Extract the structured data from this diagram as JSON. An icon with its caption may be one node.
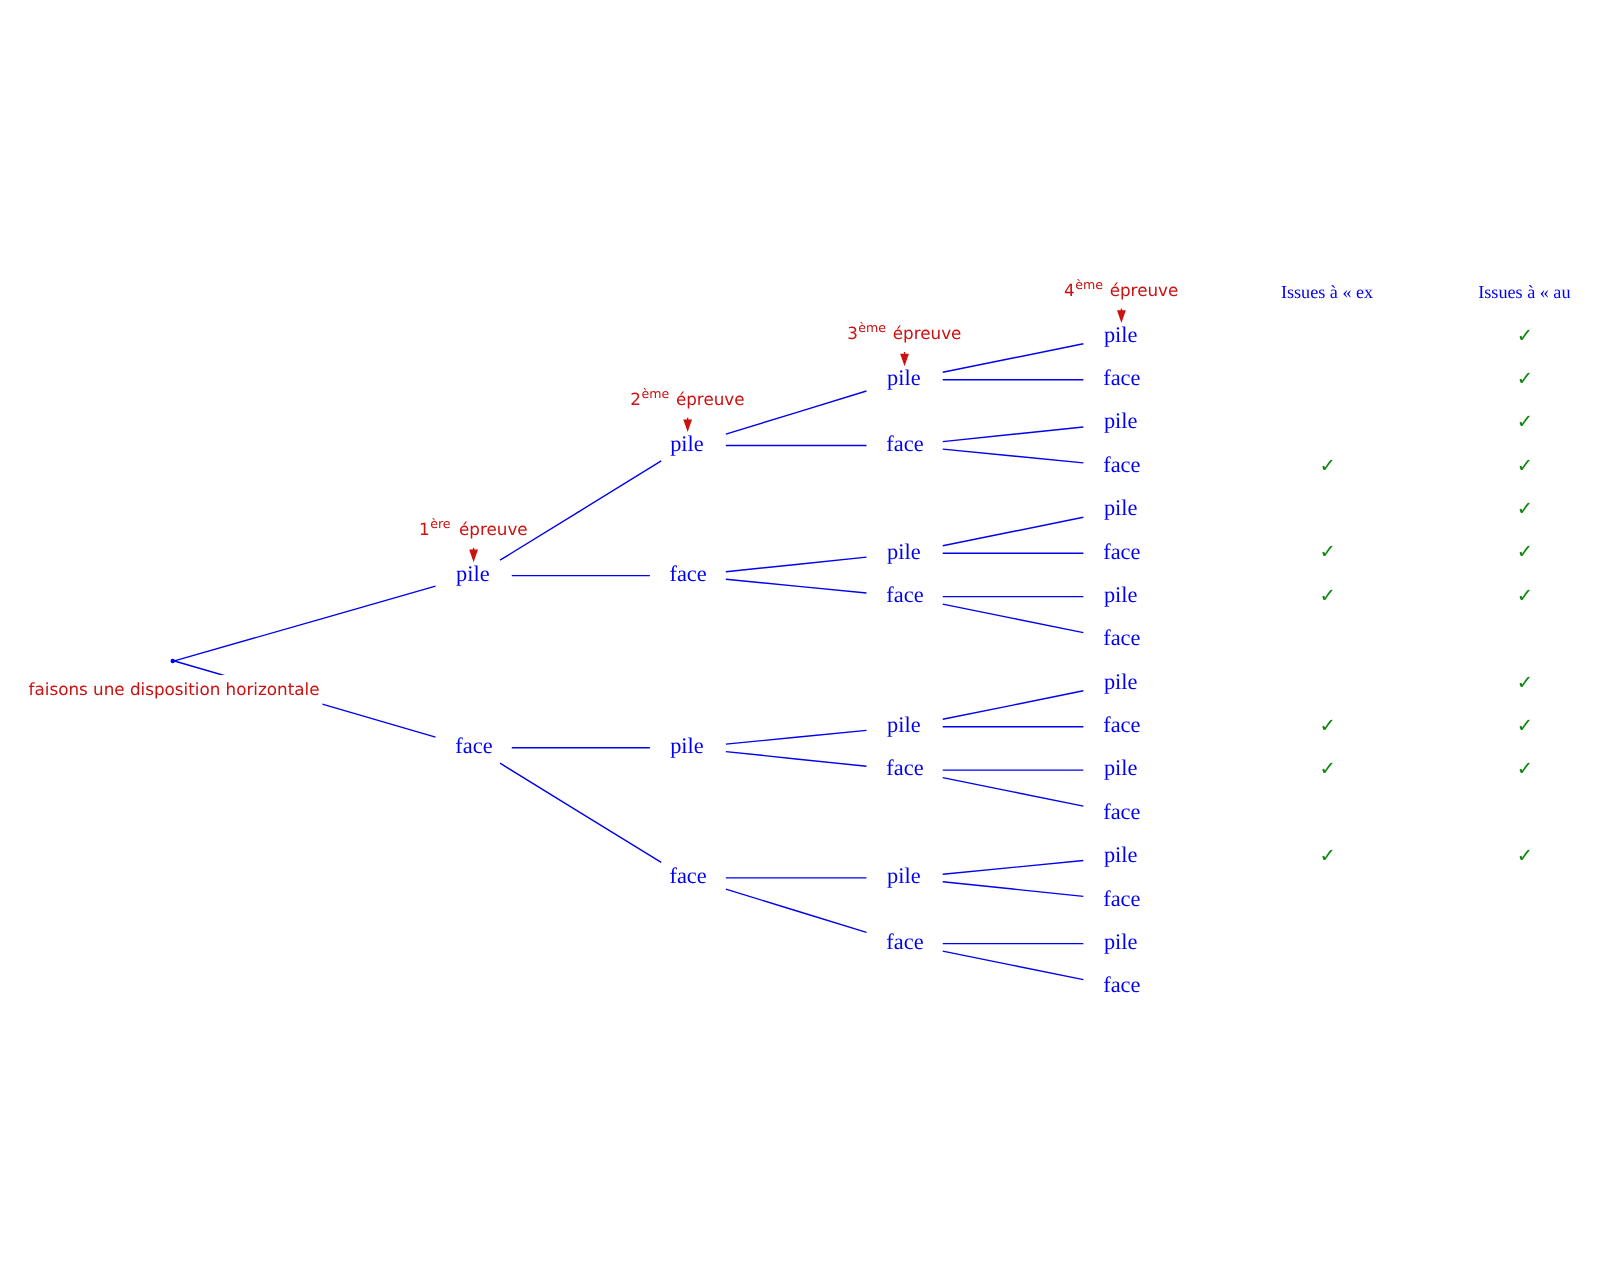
{
  "diagram": {
    "nodes": [
      {
        "text": [],
        "shape": "point"
      },
      {
        "text": [
          "pile"
        ]
      },
      {
        "text": [
          "face"
        ]
      },
      {
        "text": [
          "pile"
        ]
      },
      {
        "text": [
          "face"
        ]
      },
      {
        "text": [
          "pile"
        ]
      },
      {
        "text": [
          "face"
        ]
      },
      {
        "text": [
          "pile"
        ]
      },
      {
        "text": [
          "face"
        ]
      },
      {
        "text": [
          "pile"
        ]
      },
      {
        "text": [
          "face"
        ]
      },
      {
        "text": [
          "pile"
        ]
      },
      {
        "text": [
          "face"
        ]
      },
      {
        "text": [
          "pile"
        ]
      },
      {
        "text": [
          "face"
        ]
      },
      {
        "text": [
          "pile"
        ]
      },
      {
        "text": [
          "face"
        ]
      },
      {
        "text": [
          "pile"
        ]
      },
      {
        "text": [
          "face"
        ]
      },
      {
        "text": [
          "pile"
        ]
      },
      {
        "text": [
          "face"
        ]
      },
      {
        "text": [
          "pile"
        ]
      },
      {
        "text": [
          "face"
        ]
      },
      {
        "text": [
          "pile"
        ]
      },
      {
        "text": [
          "face"
        ]
      },
      {
        "text": [
          "pile"
        ]
      },
      {
        "text": [
          "face"
        ]
      },
      {
        "text": [
          "pile"
        ]
      },
      {
        "text": [
          "face"
        ]
      },
      {
        "text": [
          "pile"
        ]
      },
      {
        "text": [
          "face"
        ]
      },
      {
        "text": [
          "1$^{ère}$ épreuve"
        ]
      },
      {
        "text": [
          "2$^{ème}$ épreuve"
        ]
      },
      {
        "text": [
          "3$^{ème}$ épreuve"
        ]
      },
      {
        "text": [
          "4$^{ème}$ épreuve"
        ]
      }
    ],
    "edges": [
      {
        "from": 0,
        "to": 1,
        "arrow": "none"
      },
      {
        "from": 0,
        "to": 2,
        "arrow": "none"
      },
      {
        "from": 1,
        "to": 3,
        "arrow": "none"
      },
      {
        "from": 1,
        "to": 4,
        "arrow": "none"
      },
      {
        "from": 2,
        "to": 5,
        "arrow": "none"
      },
      {
        "from": 2,
        "to": 6,
        "arrow": "none"
      },
      {
        "from": 3,
        "to": 7,
        "arrow": "none"
      },
      {
        "from": 3,
        "to": 8,
        "arrow": "none"
      },
      {
        "from": 4,
        "to": 9,
        "arrow": "none"
      },
      {
        "from": 4,
        "to": 10,
        "arrow": "none"
      },
      {
        "from": 5,
        "to": 11,
        "arrow": "none"
      },
      {
        "from": 5,
        "to": 12,
        "arrow": "none"
      },
      {
        "from": 6,
        "to": 13,
        "arrow": "none"
      },
      {
        "from": 6,
        "to": 14,
        "arrow": "none"
      },
      {
        "from": 7,
        "to": 15,
        "arrow": "none"
      },
      {
        "from": 7,
        "to": 16,
        "arrow": "none"
      },
      {
        "from": 8,
        "to": 17,
        "arrow": "none"
      },
      {
        "from": 8,
        "to": 18,
        "arrow": "none"
      },
      {
        "from": 9,
        "to": 19,
        "arrow": "none"
      },
      {
        "from": 9,
        "to": 20,
        "arrow": "none"
      },
      {
        "from": 10,
        "to": 21,
        "arrow": "none"
      },
      {
        "from": 10,
        "to": 22,
        "arrow": "none"
      },
      {
        "from": 11,
        "to": 23,
        "arrow": "none"
      },
      {
        "from": 11,
        "to": 24,
        "arrow": "none"
      },
      {
        "from": 12,
        "to": 25,
        "arrow": "none"
      },
      {
        "from": 12,
        "to": 26,
        "arrow": "none"
      },
      {
        "from": 13,
        "to": 27,
        "arrow": "none"
      },
      {
        "from": 13,
        "to": 28,
        "arrow": "none"
      },
      {
        "from": 14,
        "to": 29,
        "arrow": "none"
      },
      {
        "from": 14,
        "to": 30,
        "arrow": "none"
      },
      {
        "from": 31,
        "to": 1,
        "arrow": "to",
        "color": "#cc1111"
      },
      {
        "from": 32,
        "to": 3,
        "arrow": "to",
        "color": "#cc1111"
      },
      {
        "from": 33,
        "to": 7,
        "arrow": "to",
        "color": "#cc1111"
      },
      {
        "from": 34,
        "to": 15,
        "arrow": "to",
        "color": "#cc1111"
      }
    ],
    "labels": [
      "faisons une disposition horizontale",
      "Issues à « ex",
      "Issues à « au",
      "✓",
      "✓",
      "✓",
      "✓",
      "✓",
      "✓",
      "✓",
      "✓",
      "✓",
      "✓",
      "✓",
      "✓",
      "✓",
      "✓",
      "✓",
      "✓",
      "✓"
    ]
  }
}
